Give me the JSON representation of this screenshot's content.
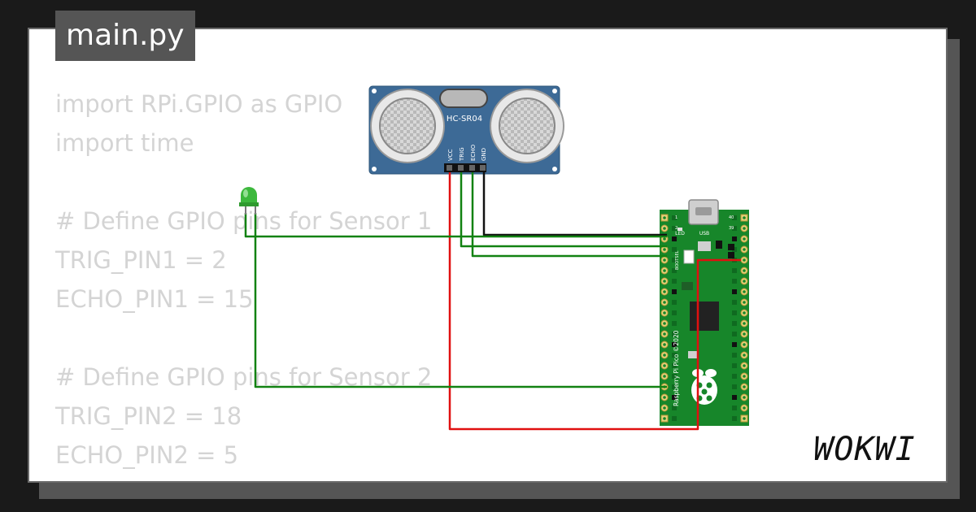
{
  "file_tab": {
    "label": "main.py"
  },
  "code_lines": [
    "import RPi.GPIO as GPIO",
    "import time",
    "",
    "# Define GPIO pins for Sensor 1",
    "TRIG_PIN1 = 2",
    "ECHO_PIN1 = 15",
    "",
    "# Define GPIO pins for Sensor 2",
    "TRIG_PIN2 = 18",
    "ECHO_PIN2 = 5"
  ],
  "sensor": {
    "model": "HC-SR04",
    "pins": [
      "VCC",
      "TRIG",
      "ECHO",
      "GND"
    ]
  },
  "pico": {
    "usb_label": "USB",
    "led_label": "LED",
    "bootsel_label": "BOOTSEL",
    "board_text": "Raspberry Pi Pico ©2020",
    "pin_marks": [
      "1",
      "2",
      "39",
      "40"
    ]
  },
  "led": {
    "color": "green"
  },
  "logo": {
    "text": "WOKWI"
  },
  "colors": {
    "background": "#1a1a1a",
    "card": "#ffffff",
    "code_text": "#d4d4d4",
    "tab": "#555555",
    "sensor_board": "#3d6a96",
    "pico_board": "#17862a",
    "wire_green": "#128212",
    "wire_red": "#e01010",
    "wire_black": "#111111"
  }
}
